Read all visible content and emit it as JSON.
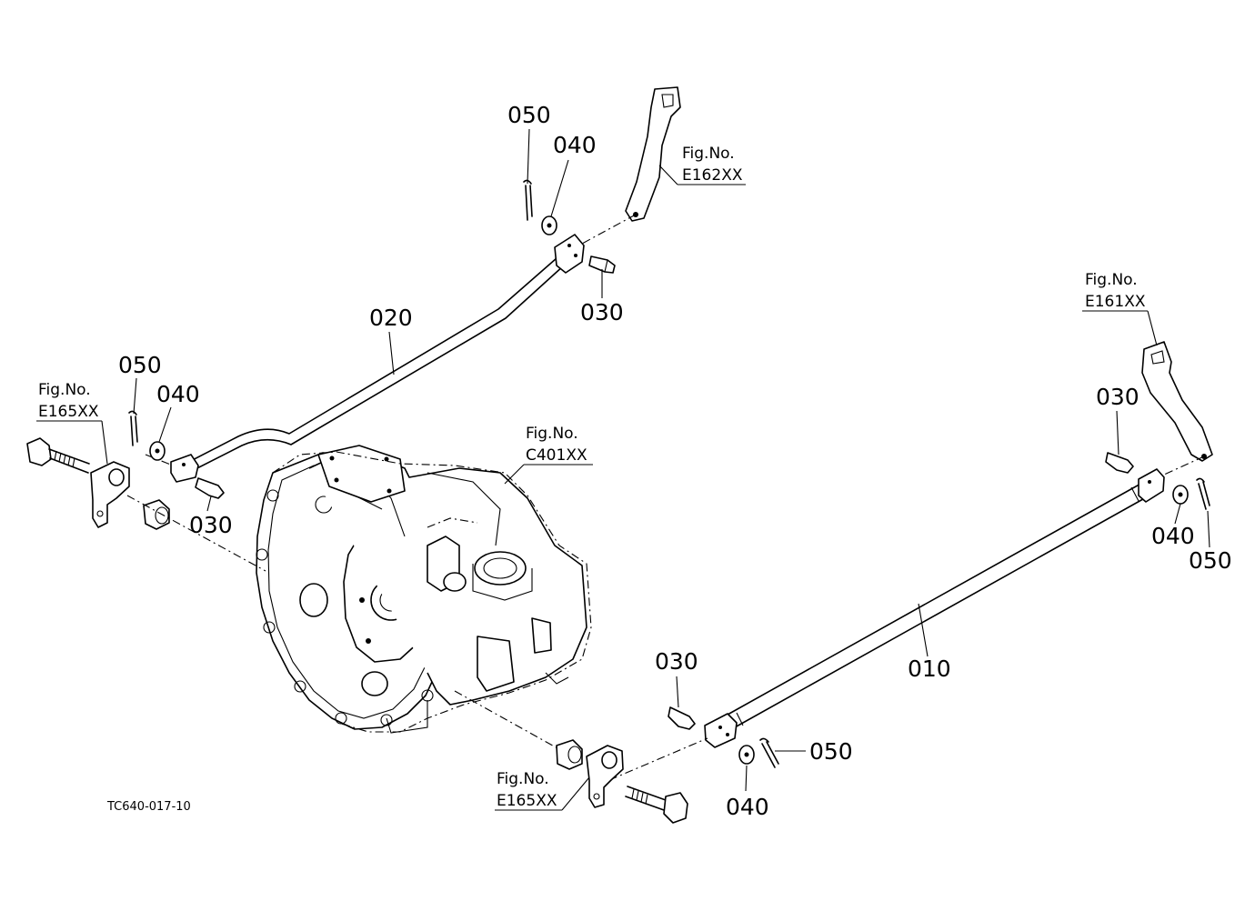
{
  "diagram_code": "TC640-017-10",
  "part_labels": {
    "rod_long": "010",
    "rod_upper": "020",
    "pin_upper": "030",
    "pin_left": "030",
    "pin_right": "030",
    "pin_lower": "030",
    "washer_upper": "040",
    "washer_left": "040",
    "washer_right": "040",
    "washer_lower": "040",
    "cotter_upper": "050",
    "cotter_left": "050",
    "cotter_right": "050",
    "cotter_lower": "050"
  },
  "figure_refs": {
    "e162": {
      "prefix": "Fig.No.",
      "code": "E162XX"
    },
    "e161": {
      "prefix": "Fig.No.",
      "code": "E161XX"
    },
    "e165_left": {
      "prefix": "Fig.No.",
      "code": "E165XX"
    },
    "e165_lower": {
      "prefix": "Fig.No.",
      "code": "E165XX"
    },
    "c401": {
      "prefix": "Fig.No.",
      "code": "C401XX"
    }
  }
}
